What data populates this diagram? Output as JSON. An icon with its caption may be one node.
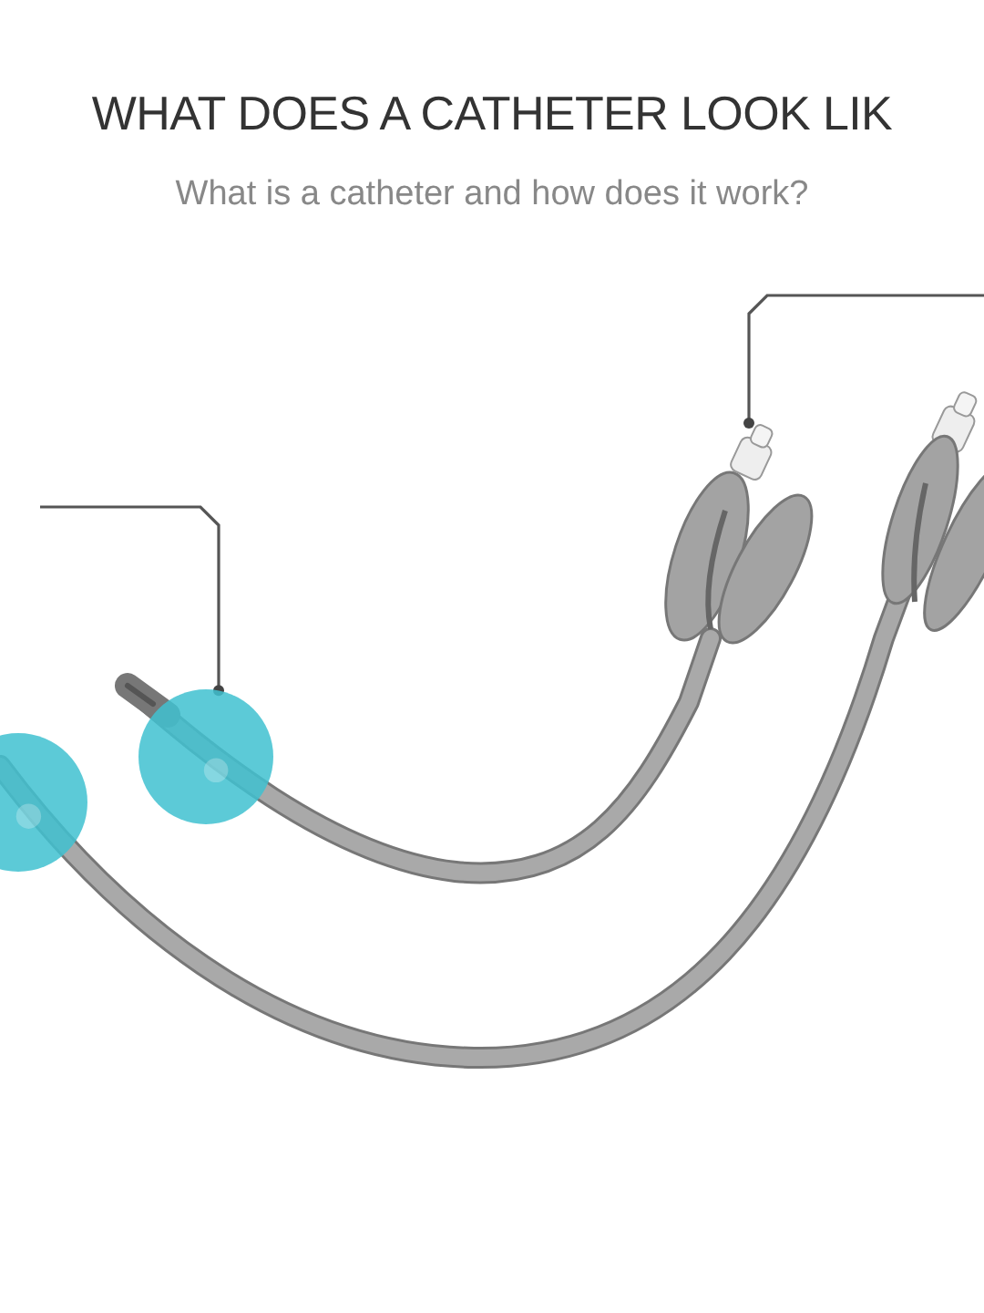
{
  "diagram": {
    "title": "WHAT DOES A CATHETER LOOK LIK",
    "caption": "What is a catheter and how does it work?",
    "nodes": [
      {
        "text": [],
        "shape": "circle"
      },
      {
        "text": [],
        "shape": "circle"
      },
      {
        "text": [],
        "shape": "box"
      }
    ],
    "edges": [
      {
        "from": null,
        "to": 1,
        "arrow": "other"
      },
      {
        "from": null,
        "to": 2,
        "arrow": "other"
      }
    ]
  }
}
